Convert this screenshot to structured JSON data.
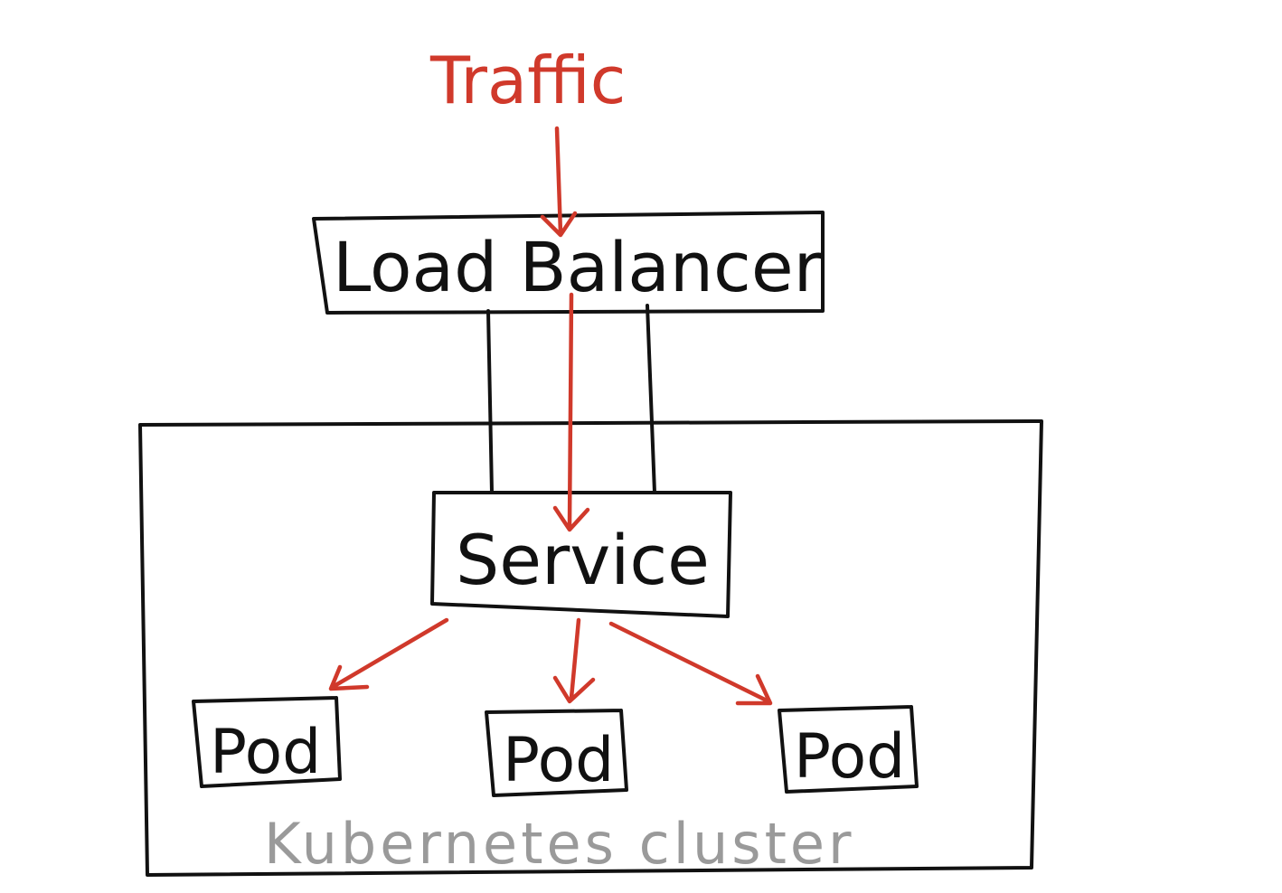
{
  "diagram": {
    "traffic_label": "Traffic",
    "load_balancer_label": "Load Balancer",
    "service_label": "Service",
    "pods": [
      {
        "label": "Pod"
      },
      {
        "label": "Pod"
      },
      {
        "label": "Pod"
      }
    ],
    "cluster_label": "Kubernetes cluster"
  },
  "colors": {
    "ink": "#111111",
    "traffic": "#d0392b",
    "cluster_label": "#9a9a9a",
    "background": "#ffffff"
  }
}
